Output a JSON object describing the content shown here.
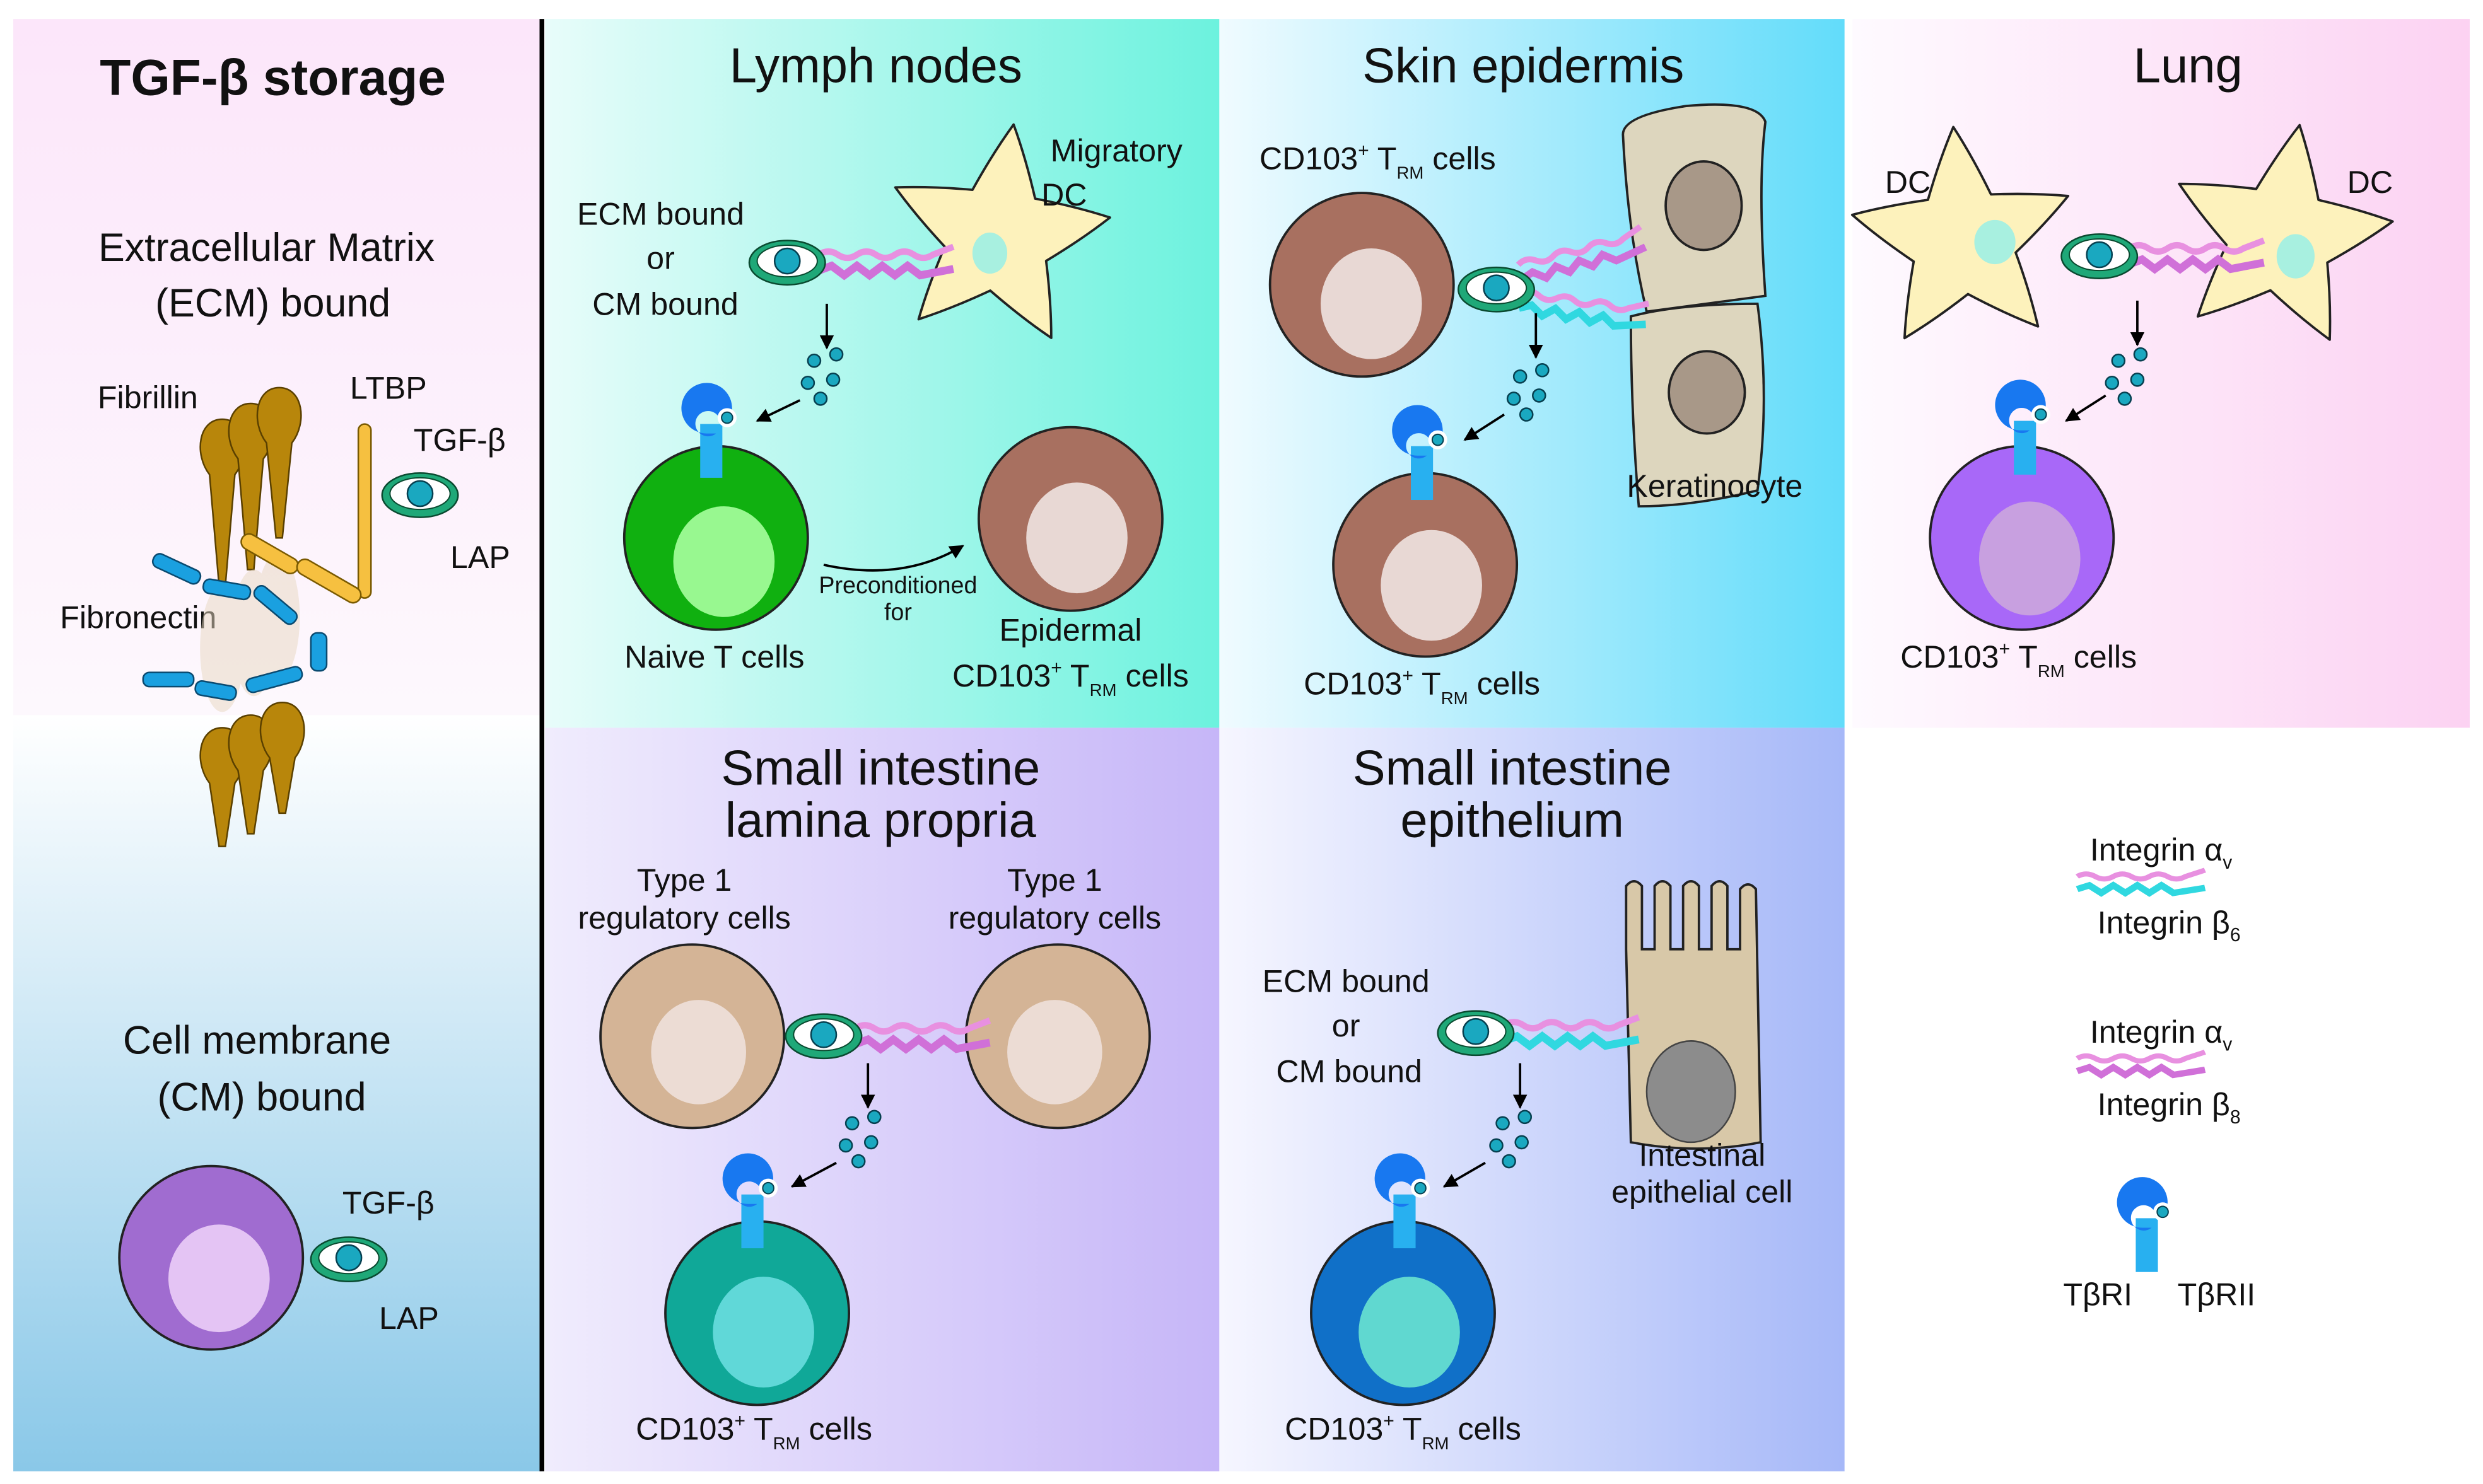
{
  "storage": {
    "title": "TGF-β storage",
    "ecm_line1": "Extracellular Matrix",
    "ecm_line2": "(ECM) bound",
    "fibrillin": "Fibrillin",
    "ltbp": "LTBP",
    "tgfb": "TGF-β",
    "lap": "LAP",
    "fibronectin": "Fibronectin",
    "cm_line1": "Cell membrane",
    "cm_line2": "(CM) bound",
    "cm_tgfb": "TGF-β",
    "cm_lap": "LAP"
  },
  "lymph": {
    "title": "Lymph nodes",
    "ecm": "ECM bound",
    "or": "or",
    "cm": "CM bound",
    "dc1": "Migratory",
    "dc2": "DC",
    "naive": "Naive T cells",
    "pre1": "Preconditioned",
    "pre2": "for",
    "epi1": "Epidermal",
    "cd": "CD103",
    "sup": "+",
    "t": " T",
    "sub": "RM",
    "cells": " cells"
  },
  "skin": {
    "title": "Skin epidermis",
    "cd": "CD103",
    "sup": "+",
    "t": " T",
    "sub": "RM",
    "cells": " cells",
    "keratinocyte": "Keratinocyte"
  },
  "lung": {
    "title": "Lung",
    "dc_left": "DC",
    "dc_right": "DC",
    "cd": "CD103",
    "sup": "+",
    "t": " T",
    "sub": "RM",
    "cells": " cells"
  },
  "si_lp": {
    "title1": "Small intestine",
    "title2": "lamina propria",
    "tr1_a": "Type 1",
    "tr1_b": "regulatory cells",
    "cd": "CD103",
    "sup": "+",
    "t": " T",
    "sub": "RM",
    "cells": " cells"
  },
  "si_epi": {
    "title1": "Small intestine",
    "title2": "epithelium",
    "ecm": "ECM bound",
    "or": "or",
    "cm": "CM bound",
    "iec1": "Intestinal",
    "iec2": "epithelial cell",
    "cd": "CD103",
    "sup": "+",
    "t": " T",
    "sub": "RM",
    "cells": " cells"
  },
  "legend": {
    "b6_alpha": "Integrin α",
    "b6_alpha_sub": "v",
    "b6_beta": "Integrin β",
    "b6_beta_sub": "6",
    "b8_alpha": "Integrin α",
    "b8_alpha_sub": "v",
    "b8_beta": "Integrin β",
    "b8_beta_sub": "8",
    "tbr1": "TβRI",
    "tbr2": "TβRII"
  },
  "colors": {
    "lap_green": "#1fa878",
    "tgfb_teal": "#1aa8c0",
    "fibrillin": "#b8860b",
    "ltbp": "#f6c040",
    "fibronectin": "#1aa0e0",
    "dc": "#fdf2bc",
    "naive_t": "#10b010",
    "trm_brown": "#a87060",
    "lung_trm": "#a868f8",
    "treg": "#d4b496",
    "lp_trm": "#10a898",
    "epi_trm": "#1070c8",
    "integrin_av": "#e890e0",
    "integrin_b6": "#30d8e0",
    "integrin_b8": "#d070d8",
    "tbr1": "#1878f0",
    "tbr2": "#28b0f0"
  }
}
